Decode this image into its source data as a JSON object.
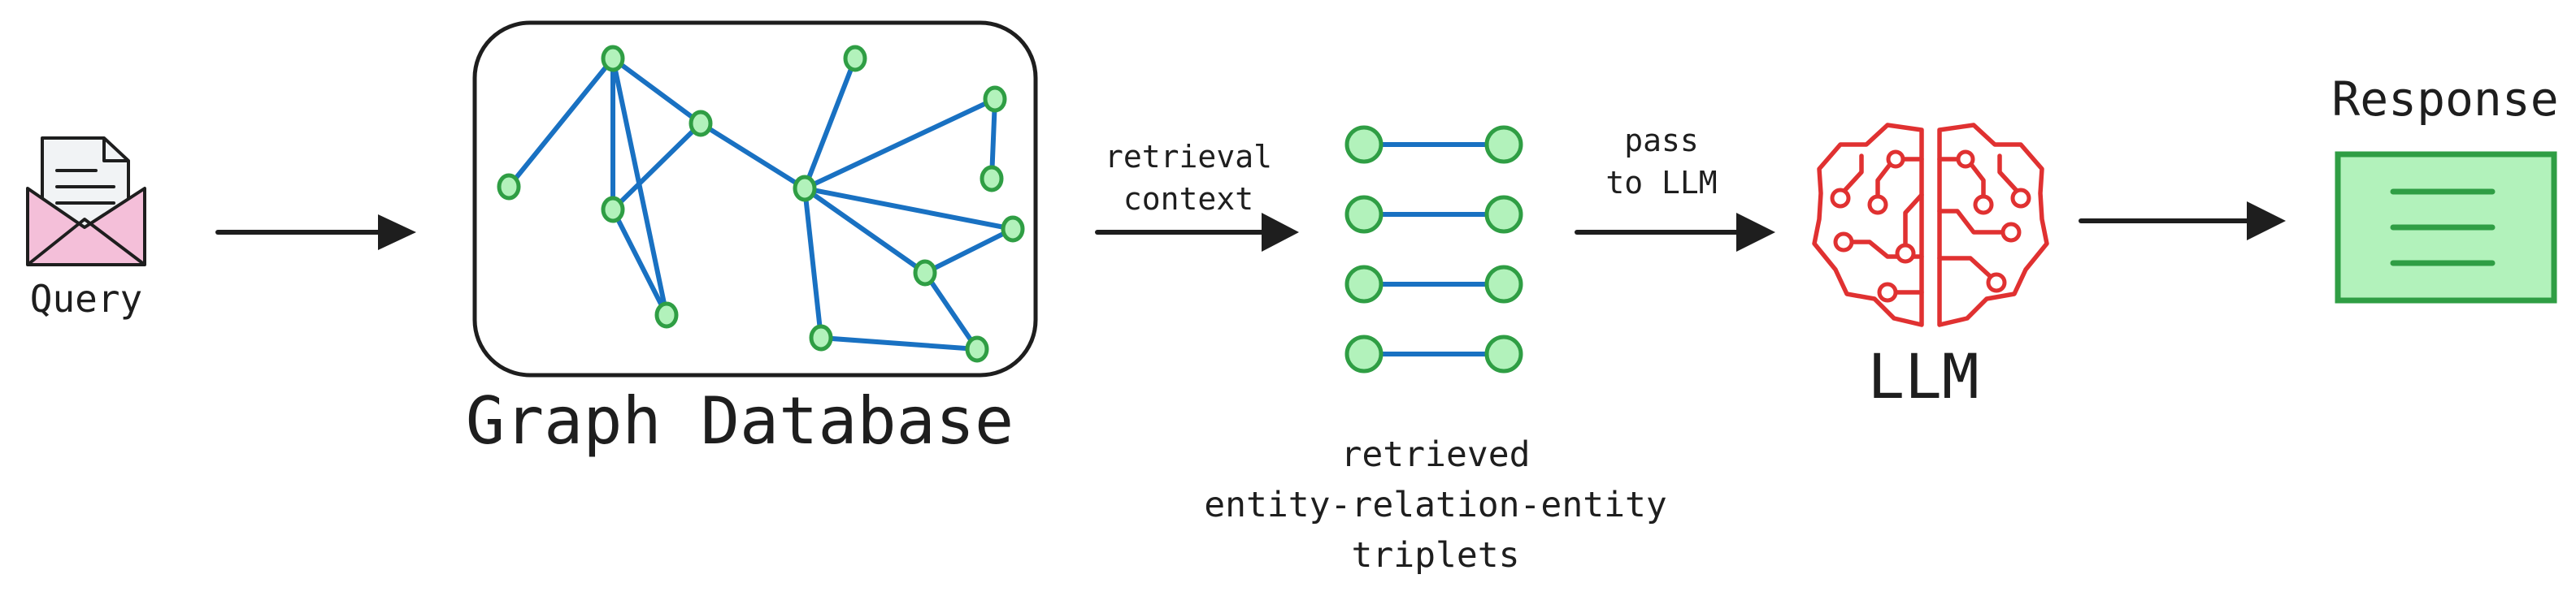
{
  "labels": {
    "query": "Query",
    "graph_database": "Graph Database",
    "retrieval_context_line1": "retrieval",
    "retrieval_context_line2": "context",
    "pass_line1": "pass",
    "pass_line2": "to LLM",
    "triplets_line1": "retrieved",
    "triplets_line2": "entity-relation-entity",
    "triplets_line3": "triplets",
    "llm": "LLM",
    "response": "Response"
  },
  "colors": {
    "edge": "#1971c2",
    "node_fill": "#b2f2bb",
    "node_stroke": "#2f9e44",
    "brain": "#e03131",
    "envelope": "#f4bfd9",
    "response_fill": "#b2f2bb"
  },
  "icons": {
    "query": "envelope-letter-icon",
    "llm": "circuit-brain-icon",
    "response": "document-lines-icon"
  }
}
